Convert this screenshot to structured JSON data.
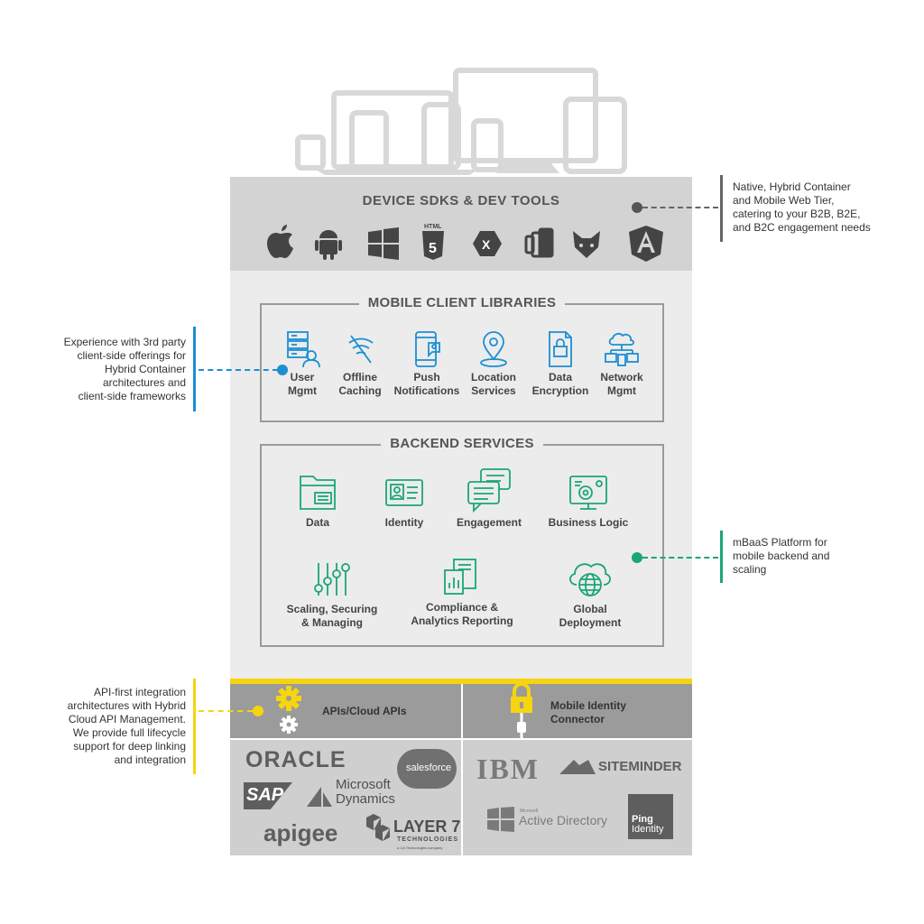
{
  "header": {
    "sdk_title": "DEVICE SDKS  & DEV TOOLS"
  },
  "sdk_icons": [
    "apple-icon",
    "android-icon",
    "windows-icon",
    "html5-icon",
    "xamarin-icon",
    "windows-phone-icon",
    "sencha-icon",
    "angular-icon"
  ],
  "mobile_client_libraries": {
    "title": "MOBILE CLIENT LIBRARIES",
    "items": [
      {
        "line1": "User",
        "line2": "Mgmt",
        "icon": "user-mgmt-icon"
      },
      {
        "line1": "Offline",
        "line2": "Caching",
        "icon": "offline-caching-icon"
      },
      {
        "line1": "Push",
        "line2": "Notifications",
        "icon": "push-notifications-icon"
      },
      {
        "line1": "Location",
        "line2": "Services",
        "icon": "location-icon"
      },
      {
        "line1": "Data",
        "line2": "Encryption",
        "icon": "data-encryption-icon"
      },
      {
        "line1": "Network",
        "line2": "Mgmt",
        "icon": "network-mgmt-icon"
      }
    ]
  },
  "backend_services": {
    "title": "BACKEND SERVICES",
    "items": [
      {
        "line1": "Data",
        "line2": "",
        "icon": "folder-icon"
      },
      {
        "line1": "Identity",
        "line2": "",
        "icon": "id-card-icon"
      },
      {
        "line1": "Engagement",
        "line2": "",
        "icon": "chat-icon"
      },
      {
        "line1": "Business Logic",
        "line2": "",
        "icon": "monitor-gear-icon"
      },
      {
        "line1": "Scaling, Securing",
        "line2": "& Managing",
        "icon": "sliders-icon"
      },
      {
        "line1": "Compliance &",
        "line2": "Analytics Reporting",
        "icon": "report-icon"
      },
      {
        "line1": "Global",
        "line2": "Deployment",
        "icon": "cloud-globe-icon"
      }
    ]
  },
  "api_section": {
    "left_label": "APIs/Cloud APIs",
    "right_line1": "Mobile Identity",
    "right_line2": "Connector"
  },
  "vendors_left": {
    "oracle": "ORACLE",
    "salesforce": "salesforce",
    "sap": "SAP",
    "ms_line1": "Microsoft",
    "ms_line2": "Dynamics",
    "apigee": "apigee",
    "layer7": "LAYER 7",
    "layer7_sub": "TECHNOLOGIES",
    "layer7_tag": "a CA Technologies company"
  },
  "vendors_right": {
    "ibm": "IBM",
    "siteminder": "SITEMINDER",
    "ad_small": "Microsoft",
    "ad": "Active Directory",
    "ping1": "Ping",
    "ping2": "Identity"
  },
  "annotations": {
    "right_top": [
      "Native, Hybrid Container",
      "and Mobile Web Tier,",
      "catering to your B2B, B2E,",
      "and B2C engagement needs"
    ],
    "left_mid": [
      "Experience with 3rd party",
      "client-side offerings for",
      "Hybrid Container",
      "architectures and",
      "client-side frameworks"
    ],
    "right_mid": [
      "mBaaS Platform for",
      "mobile backend and",
      "scaling"
    ],
    "left_bottom": [
      "API-first integration",
      "architectures with Hybrid",
      "Cloud API Management.",
      "We provide full lifecycle",
      "support for deep linking",
      "and integration"
    ]
  },
  "colors": {
    "blue": "#1b8fd2",
    "green": "#1aa774",
    "yellow": "#f5d50f",
    "gray_annotation": "#666666"
  }
}
